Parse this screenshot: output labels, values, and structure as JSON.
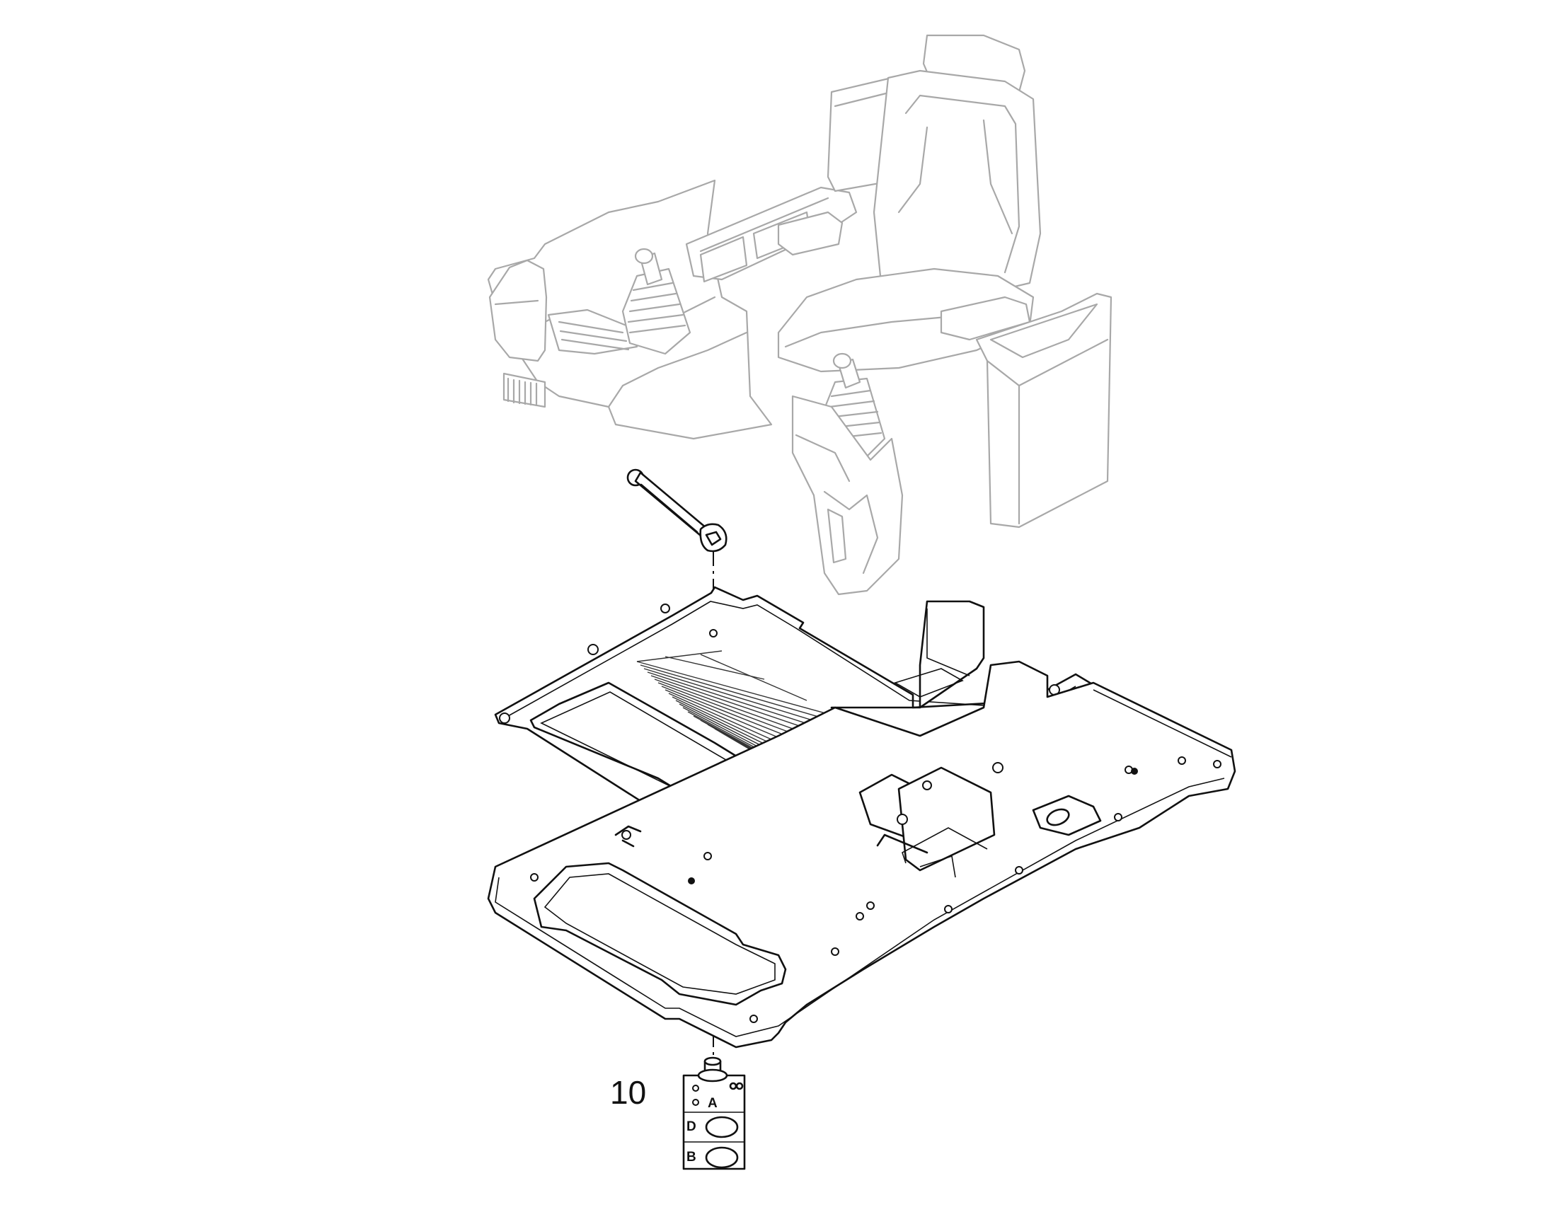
{
  "callouts": [
    {
      "number": "10"
    }
  ],
  "plate": {
    "letters": [
      "A",
      "D",
      "B"
    ]
  },
  "colors": {
    "line": "#111111",
    "ghost_line": "#a8a8a8",
    "background": "#ffffff"
  }
}
